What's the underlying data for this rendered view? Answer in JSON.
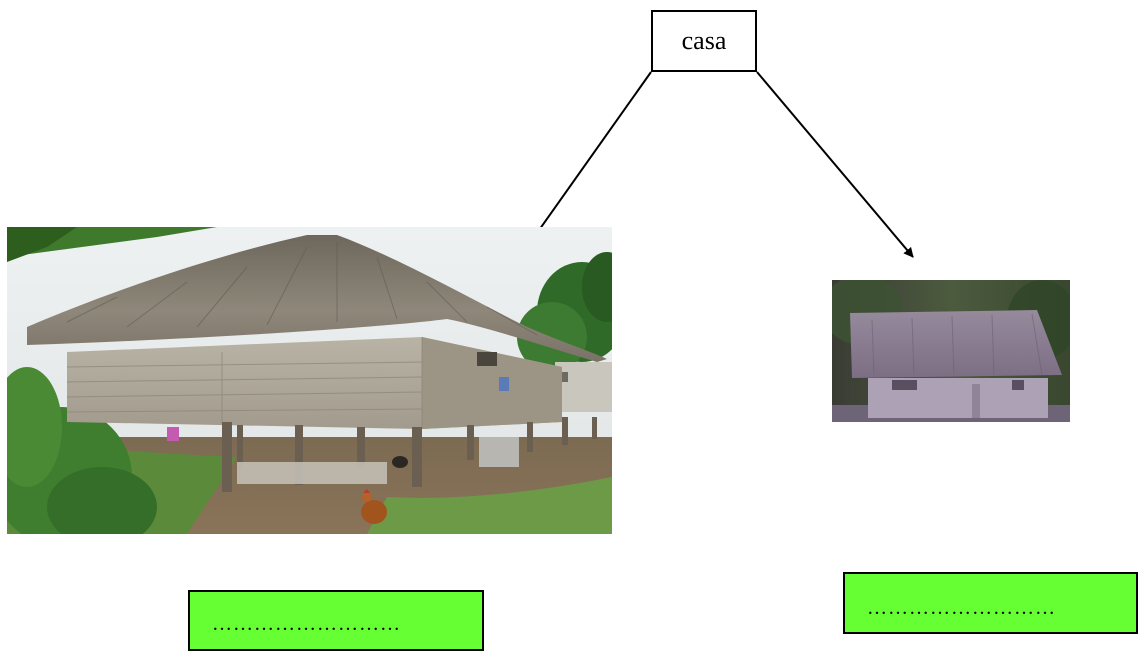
{
  "diagram": {
    "root_label": "casa",
    "left_answer_blank": "………………………",
    "right_answer_blank": "………………………"
  },
  "photos": {
    "left": {
      "depicts": "stilt-house-thatched-roof"
    },
    "right": {
      "depicts": "small-wooden-house-thatched-roof"
    }
  },
  "colors": {
    "answer_box_fill": "#66ff33",
    "line": "#000000"
  }
}
